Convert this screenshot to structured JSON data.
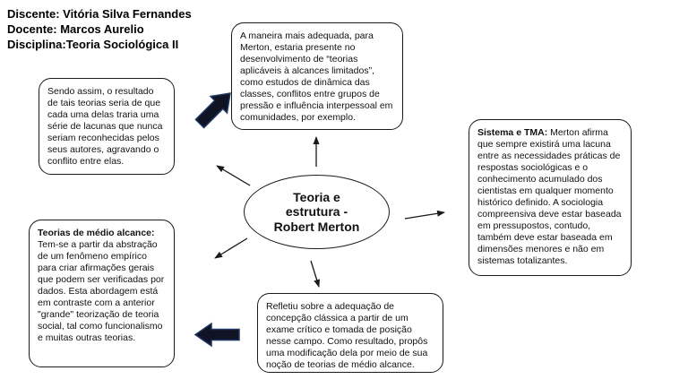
{
  "header": {
    "discente": "Discente: Vitória Silva Fernandes",
    "docente": "Docente: Marcos Aurelio",
    "disciplina": "Disciplina:Teoria Sociológica II"
  },
  "central_node": {
    "label": "Teoria e\nestrutura -\nRobert Merton"
  },
  "boxes": {
    "top": {
      "text": "A maneira mais adequada, para Merton, estaria presente no desenvolvimento de “teorias aplicáveis à alcances limitados”, como estudos de dinâmica das classes, conflitos entre grupos de pressão e influência interpessoal em comunidades, por exemplo."
    },
    "left": {
      "text": "Sendo assim, o resultado de tais teorias seria de que cada uma delas traria uma série de lacunas que nunca seriam reconhecidas pelos seus autores, agravando o conflito entre elas."
    },
    "right": {
      "lead": "Sistema e TMA:",
      "text": " Merton afirma que sempre existirá uma lacuna entre as necessidades práticas de respostas sociológicas e o conhecimento acumulado dos cientistas em qualquer momento histórico definido. A sociologia compreensiva deve estar baseada em pressupostos, contudo, também deve estar baseada em dimensões menores e não em sistemas totalizantes."
    },
    "bottom_left": {
      "lead": "Teorias de médio alcance:",
      "text": " Tem-se a partir da abstração de um fenômeno empírico para criar afirmações gerais que podem ser verificadas por dados. Esta abordagem está em contraste com a anterior \"grande\" teorização de teoria social, tal como funcionalismo e muitas outras teorias."
    },
    "bottom_center": {
      "text": "Refletiu sobre a adequação de concepção clássica a partir de um exame crítico e tomada de posição nesse campo. Como resultado, propôs uma modificação dela por meio de sua noção de teorias de médio alcance."
    }
  },
  "colors": {
    "ink": "#1a1a1a",
    "block_arrow_fill": "#0f1323",
    "block_arrow_stroke": "#1f3864",
    "background": "#ffffff"
  }
}
